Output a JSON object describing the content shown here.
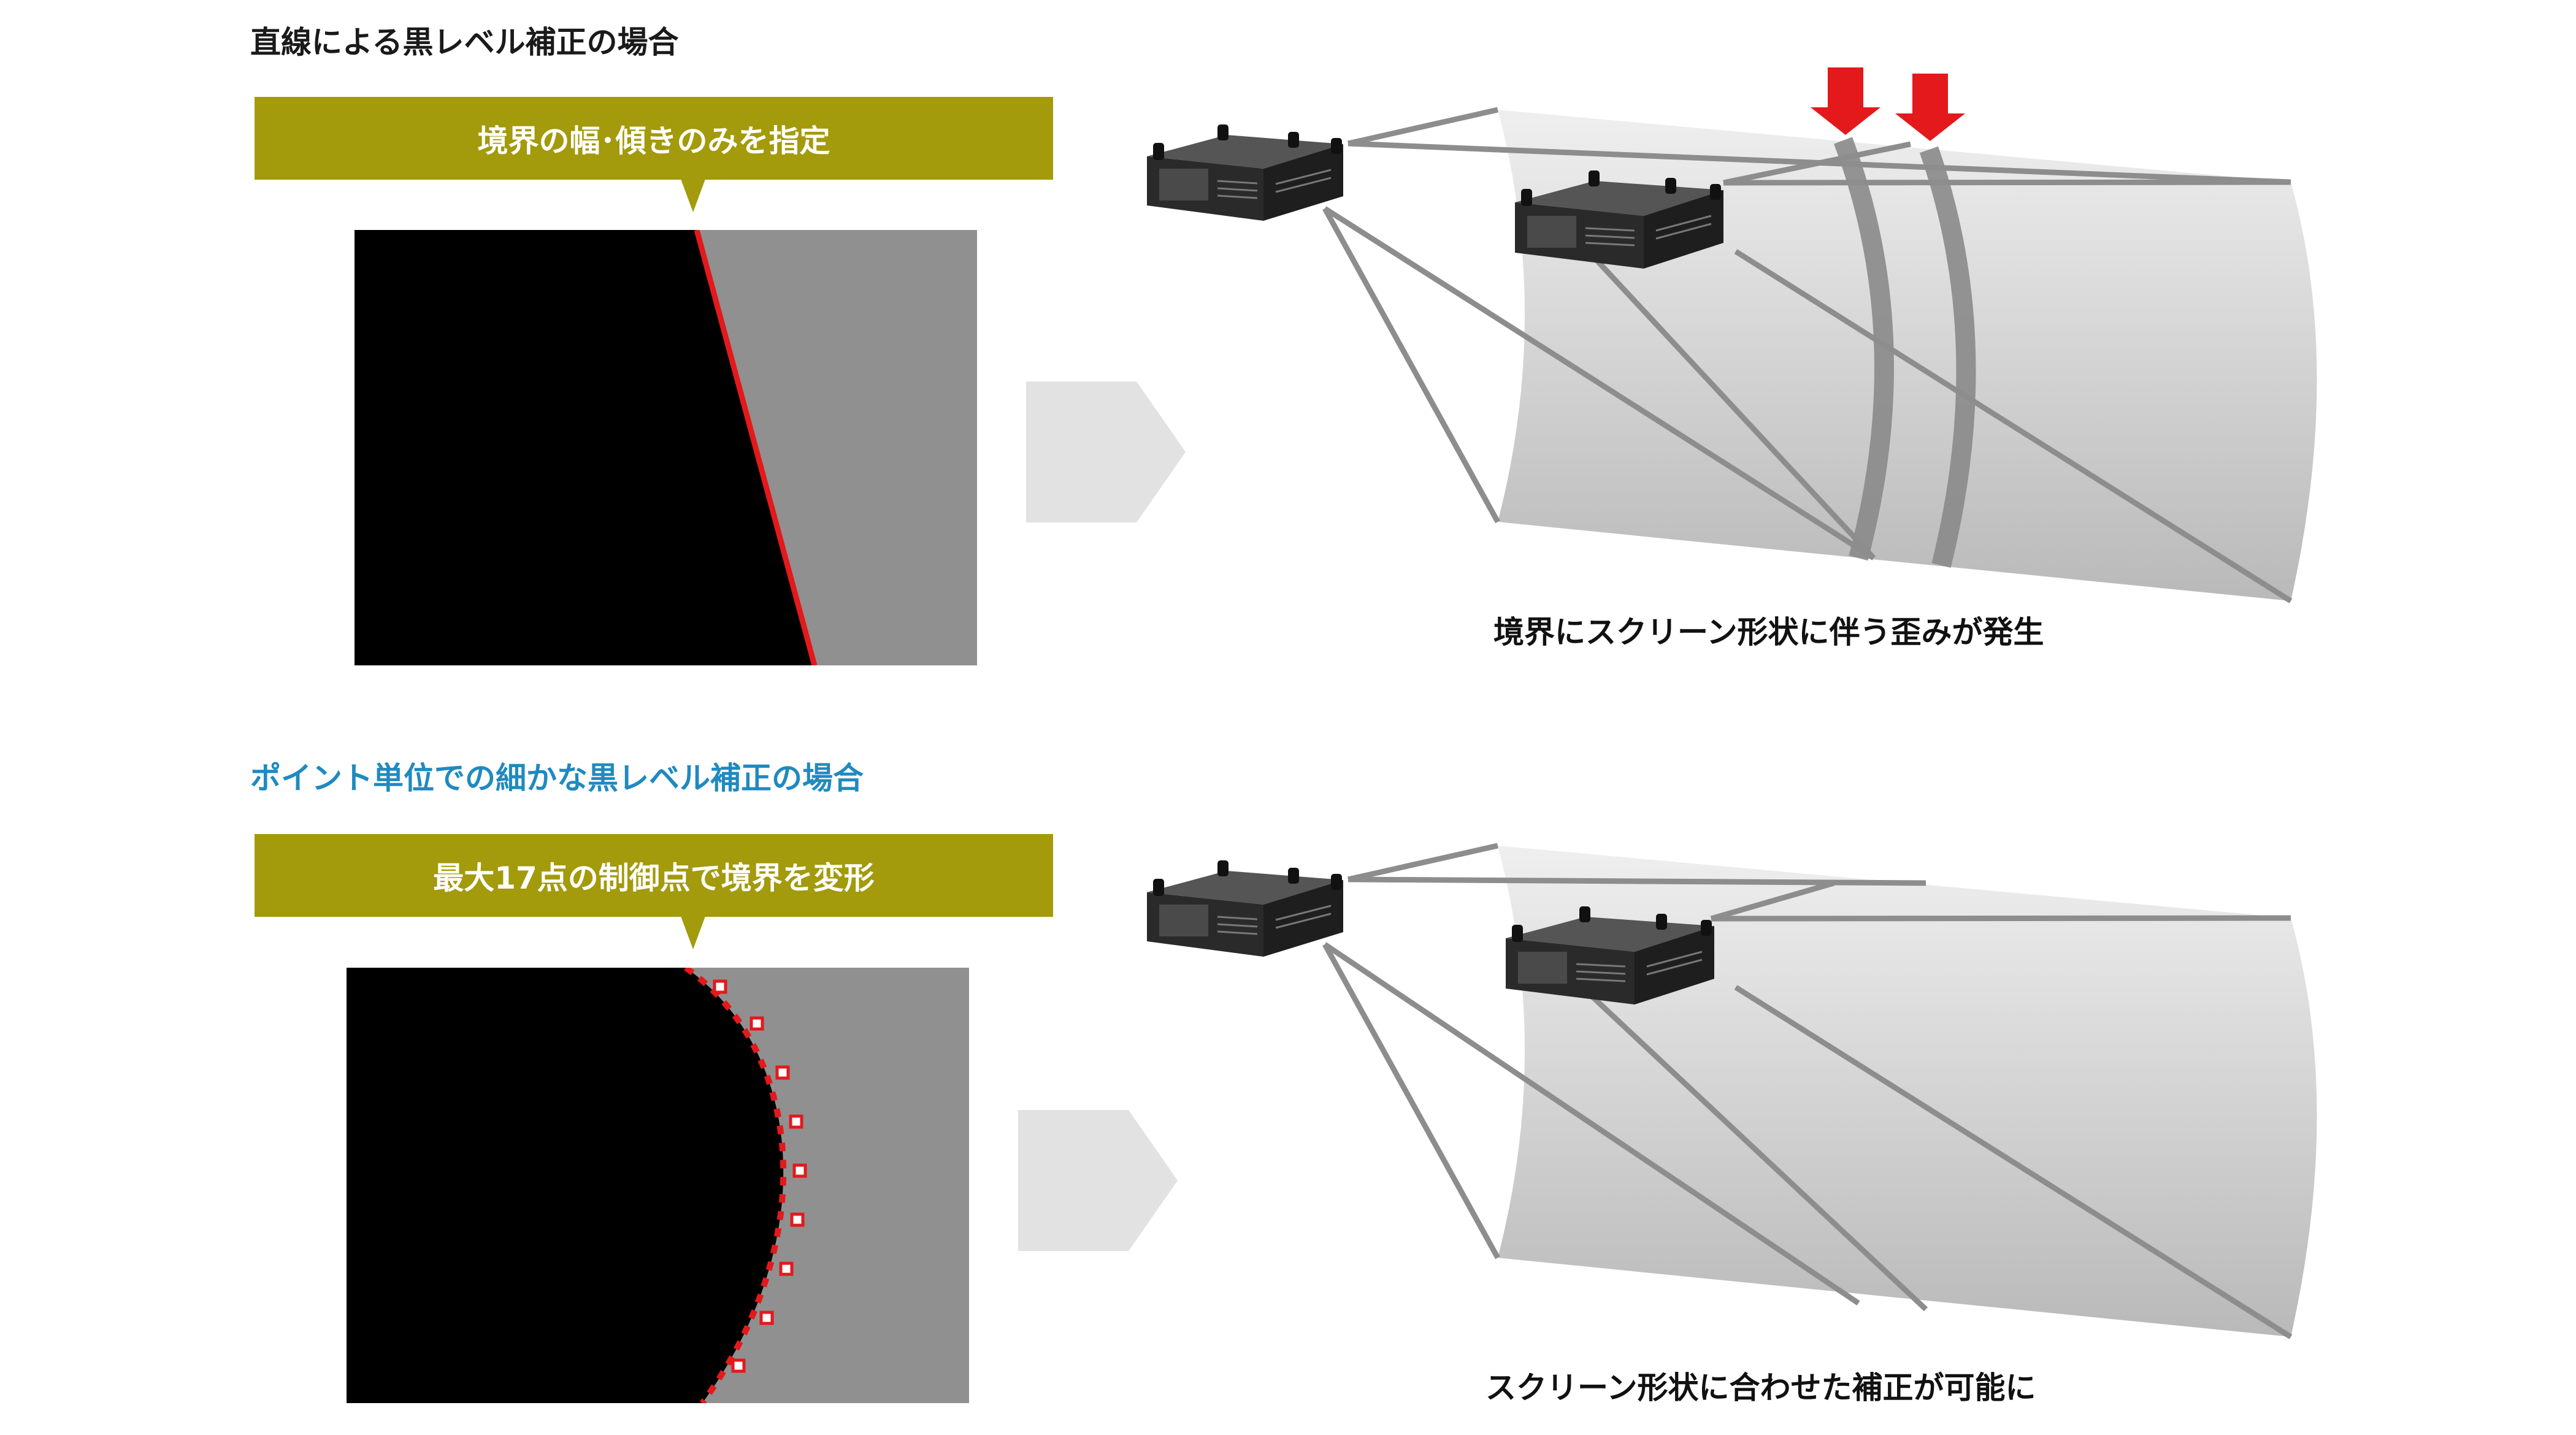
{
  "colors": {
    "callout_bg": "#a39a0c",
    "title_top": "#1a1a1a",
    "title_bottom": "#1f8ac0",
    "boundary_red": "#e3191c",
    "panel_gray": "#909090",
    "panel_black": "#000000",
    "screen_light": "#ececec",
    "screen_dark": "#bdbdbd",
    "beam": "#8d8d8d",
    "band": "#8a8a8a",
    "chevron": "#e2e2e2",
    "projector_body": "#2a2a2a"
  },
  "top": {
    "title": "直線による黒レベル補正の場合",
    "callout": "境界の幅･傾きのみを指定",
    "caption": "境界にスクリーン形状に伴う歪みが発生"
  },
  "bottom": {
    "title": "ポイント単位での細かな黒レベル補正の場合",
    "callout": "最大17点の制御点で境界を変形",
    "caption": "スクリーン形状に合わせた補正が可能に"
  },
  "icons": {
    "arrow": "chevron-right-icon",
    "marker": "down-arrow-marker-icon",
    "projector": "projector-icon"
  }
}
